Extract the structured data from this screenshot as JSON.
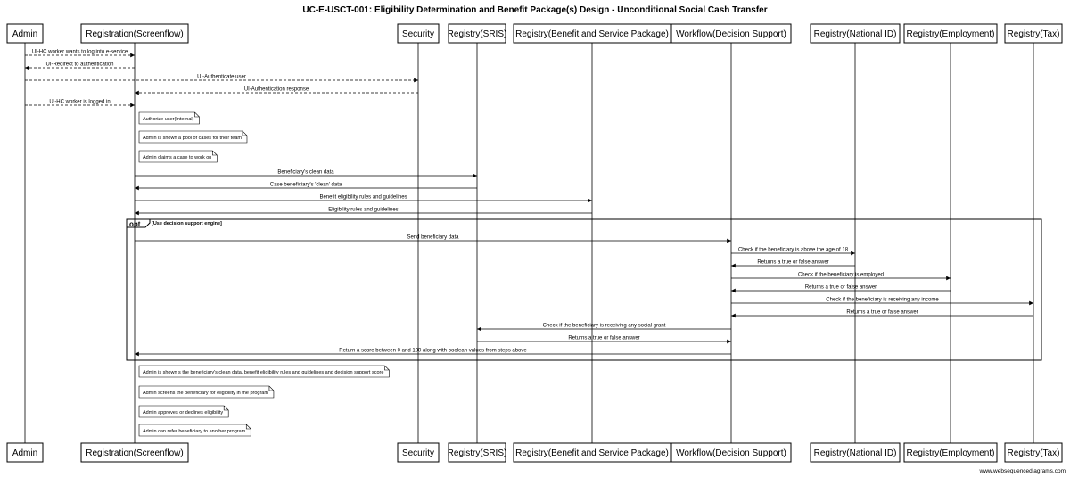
{
  "title": "UC-E-USCT-001: Eligibility Determination and Benefit Package(s) Design - Unconditional Social Cash Transfer",
  "participants": [
    "Admin",
    "Registration(Screenflow)",
    "Security",
    "Registry(SRIS)",
    "Registry(Benefit and Service Package)",
    "Workflow(Decision Support)",
    "Registry(National ID)",
    "Registry(Employment)",
    "Registry(Tax)"
  ],
  "events": [
    {
      "kind": "msg",
      "from": 0,
      "to": 1,
      "style": "dashed",
      "label": "UI-HC worker wants to log into e-service"
    },
    {
      "kind": "msg",
      "from": 1,
      "to": 0,
      "style": "dashed",
      "label": "UI-Redirect to authentication"
    },
    {
      "kind": "msg",
      "from": 0,
      "to": 2,
      "style": "dashed",
      "label": "UI-Authenticate user"
    },
    {
      "kind": "msg",
      "from": 2,
      "to": 1,
      "style": "dashed",
      "label": "UI-Authentication response"
    },
    {
      "kind": "msg",
      "from": 0,
      "to": 1,
      "style": "dashed",
      "label": "UI-HC worker is logged in"
    },
    {
      "kind": "note",
      "at": 1,
      "label": "Authorize user(Internal)"
    },
    {
      "kind": "note",
      "at": 1,
      "label": "Admin is shown a pool of cases for their team"
    },
    {
      "kind": "note",
      "at": 1,
      "label": "Admin claims a case to work on"
    },
    {
      "kind": "msg",
      "from": 1,
      "to": 3,
      "style": "solid",
      "label": "Beneficiary's clean data"
    },
    {
      "kind": "msg",
      "from": 3,
      "to": 1,
      "style": "solid",
      "label": "Case beneficiary's 'clean' data"
    },
    {
      "kind": "msg",
      "from": 1,
      "to": 4,
      "style": "solid",
      "label": "Benefit eligibility rules and guidelines"
    },
    {
      "kind": "msg",
      "from": 4,
      "to": 1,
      "style": "solid",
      "label": "Eligibility rules and guidelines"
    },
    {
      "kind": "frame-start",
      "label": "opt",
      "condition": "[Use decision support engine]"
    },
    {
      "kind": "msg",
      "from": 1,
      "to": 5,
      "style": "solid",
      "label": "Send beneficiary data"
    },
    {
      "kind": "msg",
      "from": 5,
      "to": 6,
      "style": "solid",
      "label": "Check if the beneficiary is above the age of 18"
    },
    {
      "kind": "msg",
      "from": 6,
      "to": 5,
      "style": "solid",
      "label": "Returns a true or false answer"
    },
    {
      "kind": "msg",
      "from": 5,
      "to": 7,
      "style": "solid",
      "label": "Check if the beneficiary is employed"
    },
    {
      "kind": "msg",
      "from": 7,
      "to": 5,
      "style": "solid",
      "label": "Returns a true or false answer"
    },
    {
      "kind": "msg",
      "from": 5,
      "to": 8,
      "style": "solid",
      "label": "Check if the beneficiary is receiving any income"
    },
    {
      "kind": "msg",
      "from": 8,
      "to": 5,
      "style": "solid",
      "label": "Returns a true or false answer"
    },
    {
      "kind": "msg",
      "from": 5,
      "to": 3,
      "style": "solid",
      "label": "Check if the beneficiary is receiving any social grant"
    },
    {
      "kind": "msg",
      "from": 3,
      "to": 5,
      "style": "solid",
      "label": "Returns a true or false answer"
    },
    {
      "kind": "msg",
      "from": 5,
      "to": 1,
      "style": "solid",
      "label": "Return a score between 0 and 100 along with boolean values from steps above"
    },
    {
      "kind": "frame-end"
    },
    {
      "kind": "note",
      "at": 1,
      "label": "Admin is shown s the beneficiary's clean data, benefit eligibility rules and guidelines and decision support score"
    },
    {
      "kind": "note",
      "at": 1,
      "label": "Admin screens the beneficiary for eligibility in the program"
    },
    {
      "kind": "note",
      "at": 1,
      "label": "Admin approves or declines eligibility"
    },
    {
      "kind": "note",
      "at": 1,
      "label": "Admin can refer beneficiary to another program"
    }
  ],
  "footer": "www.websequencediagrams.com"
}
